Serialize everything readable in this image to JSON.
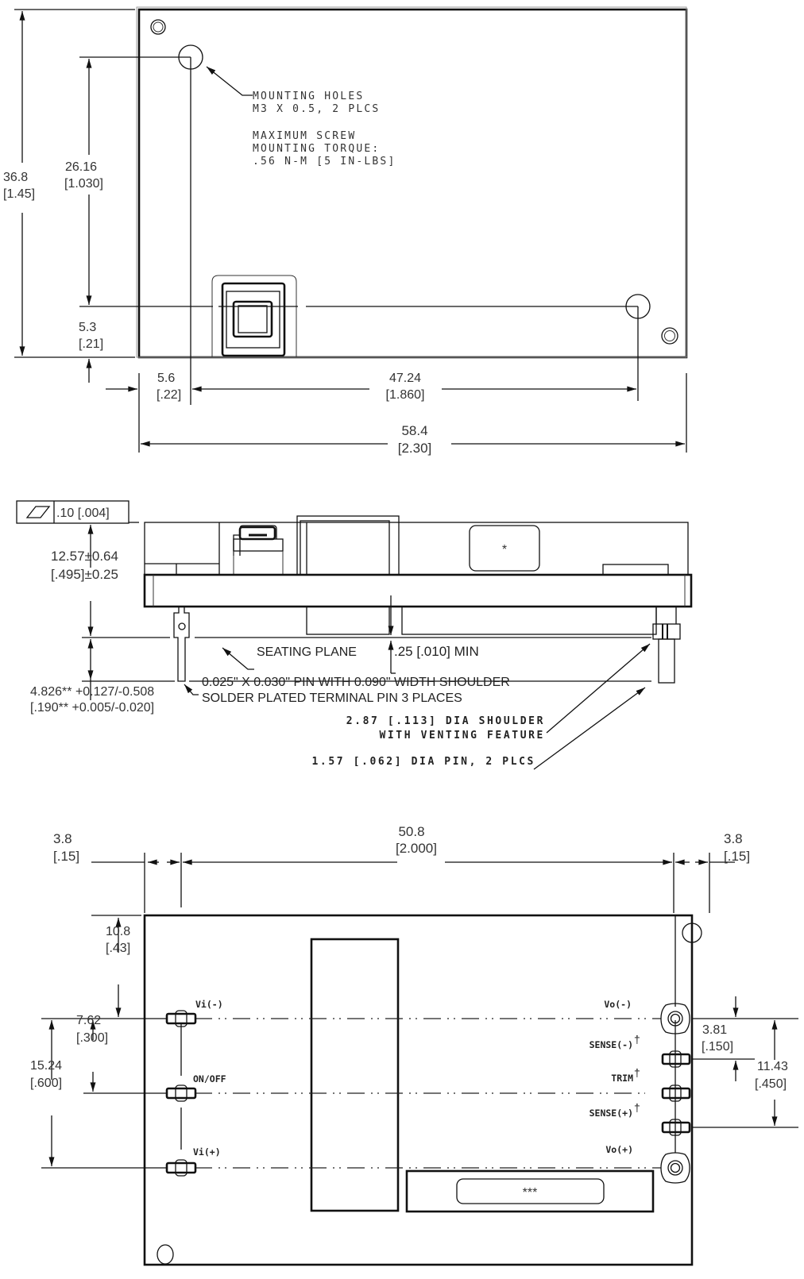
{
  "top_view": {
    "callout_mounting": [
      "MOUNTING HOLES",
      "M3 X 0.5,  2 PLCS"
    ],
    "callout_torque": [
      "MAXIMUM SCREW",
      "MOUNTING TORQUE:",
      ".56 N-M [5 IN-LBS]"
    ],
    "dims": {
      "height": {
        "mm": "36.8",
        "in": "[1.45]"
      },
      "hole_spacing_v": {
        "mm": "26.16",
        "in": "[1.030]"
      },
      "hole_offset_v": {
        "mm": "5.3",
        "in": "[.21]"
      },
      "hole_offset_h": {
        "mm": "5.6",
        "in": "[.22]"
      },
      "hole_spacing_h": {
        "mm": "47.24",
        "in": "[1.860]"
      },
      "width": {
        "mm": "58.4",
        "in": "[2.30]"
      }
    }
  },
  "side_view": {
    "flatness": ".10 [.004]",
    "height_dim": {
      "mm": "12.57±0.64",
      "in": "[.495]±0.25"
    },
    "pin_length_dim": {
      "mm": "4.826** +0.127/-0.508",
      "in": "[.190**  +0.005/-0.020]"
    },
    "seating_plane": "SEATING PLANE",
    "clearance": ".25 [.010] MIN",
    "component_mark": "*",
    "pin_note": [
      "0.025\" X 0.030\" PIN WITH 0.090\" WIDTH SHOULDER",
      "SOLDER PLATED TERMINAL PIN  3 PLACES"
    ],
    "shoulder_note": [
      "2.87 [.113] DIA SHOULDER",
      "WITH VENTING FEATURE"
    ],
    "dia_pin_note": "1.57 [.062] DIA PIN, 2 PLCS"
  },
  "bottom_view": {
    "dims": {
      "left_margin": {
        "mm": "3.8",
        "in": "[.15]"
      },
      "right_margin": {
        "mm": "3.8",
        "in": "[.15]"
      },
      "pin_span": {
        "mm": "50.8",
        "in": "[2.000]"
      },
      "top_to_pin": {
        "mm": "10.8",
        "in": "[.43]"
      },
      "pin_pitch_in": {
        "mm": "7.62",
        "in": "[.300]"
      },
      "pin_span_in": {
        "mm": "15.24",
        "in": "[.600]"
      },
      "sense_pitch": {
        "mm": "3.81",
        "in": "[.150]"
      },
      "sense_span": {
        "mm": "11.43",
        "in": "[.450]"
      }
    },
    "pins_left": [
      "Vi(-)",
      "ON/OFF",
      "Vi(+)"
    ],
    "pins_right": [
      "Vo(-)",
      "SENSE(-)",
      "TRIM",
      "SENSE(+)",
      "Vo(+)"
    ],
    "dagger": "†",
    "label_mark": "***"
  }
}
